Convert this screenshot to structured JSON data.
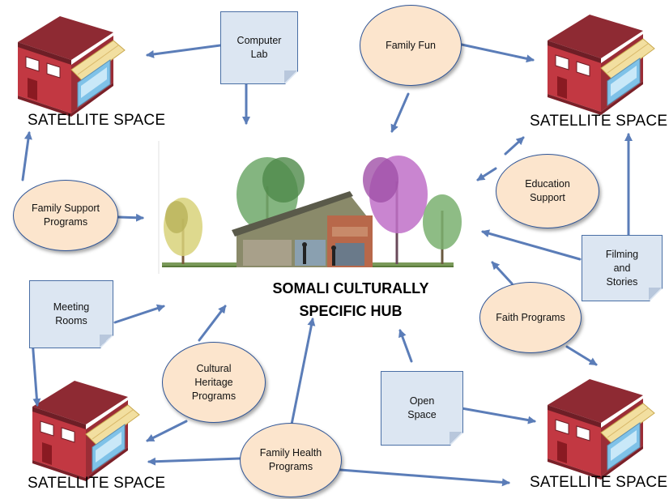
{
  "hub": {
    "title": "SOMALI CULTURALLY\nSPECIFIC HUB"
  },
  "satellites": {
    "top_left": "SATELLITE SPACE",
    "top_right": "SATELLITE SPACE",
    "bottom_left": "SATELLITE SPACE",
    "bottom_right": "SATELLITE SPACE"
  },
  "ovals": {
    "family_fun": "Family Fun",
    "family_support": "Family Support\nPrograms",
    "education_support": "Education\nSupport",
    "faith_programs": "Faith Programs",
    "cultural_heritage": "Cultural\nHeritage\nPrograms",
    "family_health": "Family Health\nPrograms"
  },
  "notes": {
    "computer_lab": "Computer\nLab",
    "meeting_rooms": "Meeting\nRooms",
    "open_space": "Open\nSpace",
    "filming_stories": "Filming\nand\nStories"
  },
  "colors": {
    "arrow": "#5b7db8",
    "oval_fill": "#fce5cd",
    "note_fill": "#dce6f2",
    "building_wall": "#b5303a",
    "awning": "#f2dfa0"
  }
}
